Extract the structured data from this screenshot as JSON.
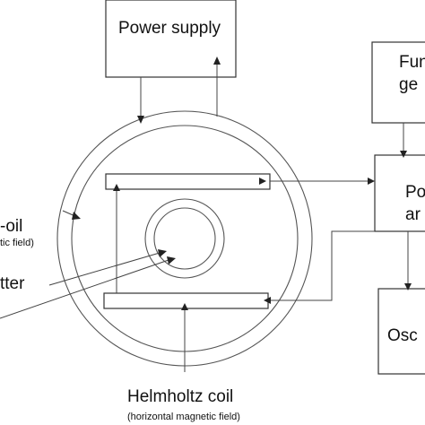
{
  "diagram": {
    "blocks": {
      "power_supply": "Power supply",
      "function_generator_line1": "Fun",
      "function_generator_line2": "ge",
      "power_amp_line1": "Po",
      "power_amp_line2": "ar",
      "oscilloscope": "Osc"
    },
    "labels": {
      "vertical_coil_title": "-oil",
      "vertical_coil_sub": "tic field)",
      "center_label": "tter",
      "helmholtz_title": "Helmholtz coil",
      "helmholtz_sub": "(horizontal magnetic field)"
    }
  }
}
